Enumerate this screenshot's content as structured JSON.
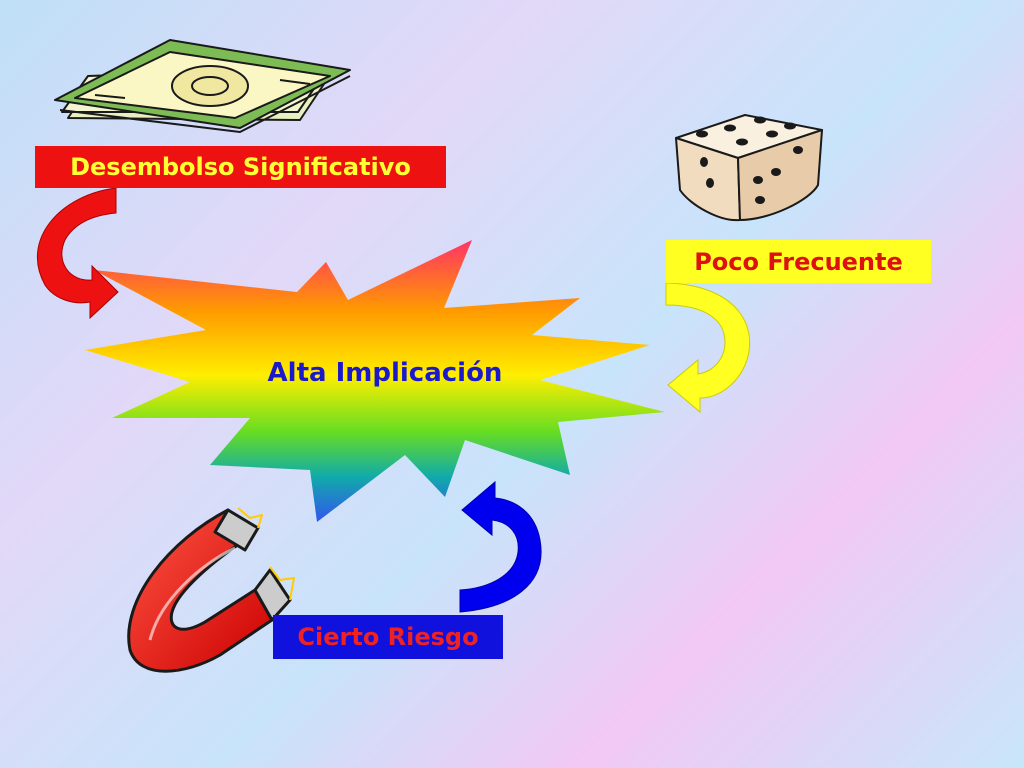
{
  "center": {
    "label": "Alta Implicación"
  },
  "nodes": [
    {
      "id": "desembolso",
      "label": "Desembolso Significativo",
      "color": "#ee1111",
      "text_color": "#ffff33",
      "icon": "money-icon"
    },
    {
      "id": "frecuencia",
      "label": "Poco Frecuente",
      "color": "#ffff22",
      "text_color": "#dd1111",
      "icon": "dice-icon"
    },
    {
      "id": "riesgo",
      "label": "Cierto Riesgo",
      "color": "#1111dd",
      "text_color": "#ee2222",
      "icon": "magnet-icon"
    }
  ],
  "burst_gradient": [
    "#ff3355",
    "#ff9900",
    "#ffee00",
    "#66dd22",
    "#1199cc",
    "#3355ee"
  ]
}
